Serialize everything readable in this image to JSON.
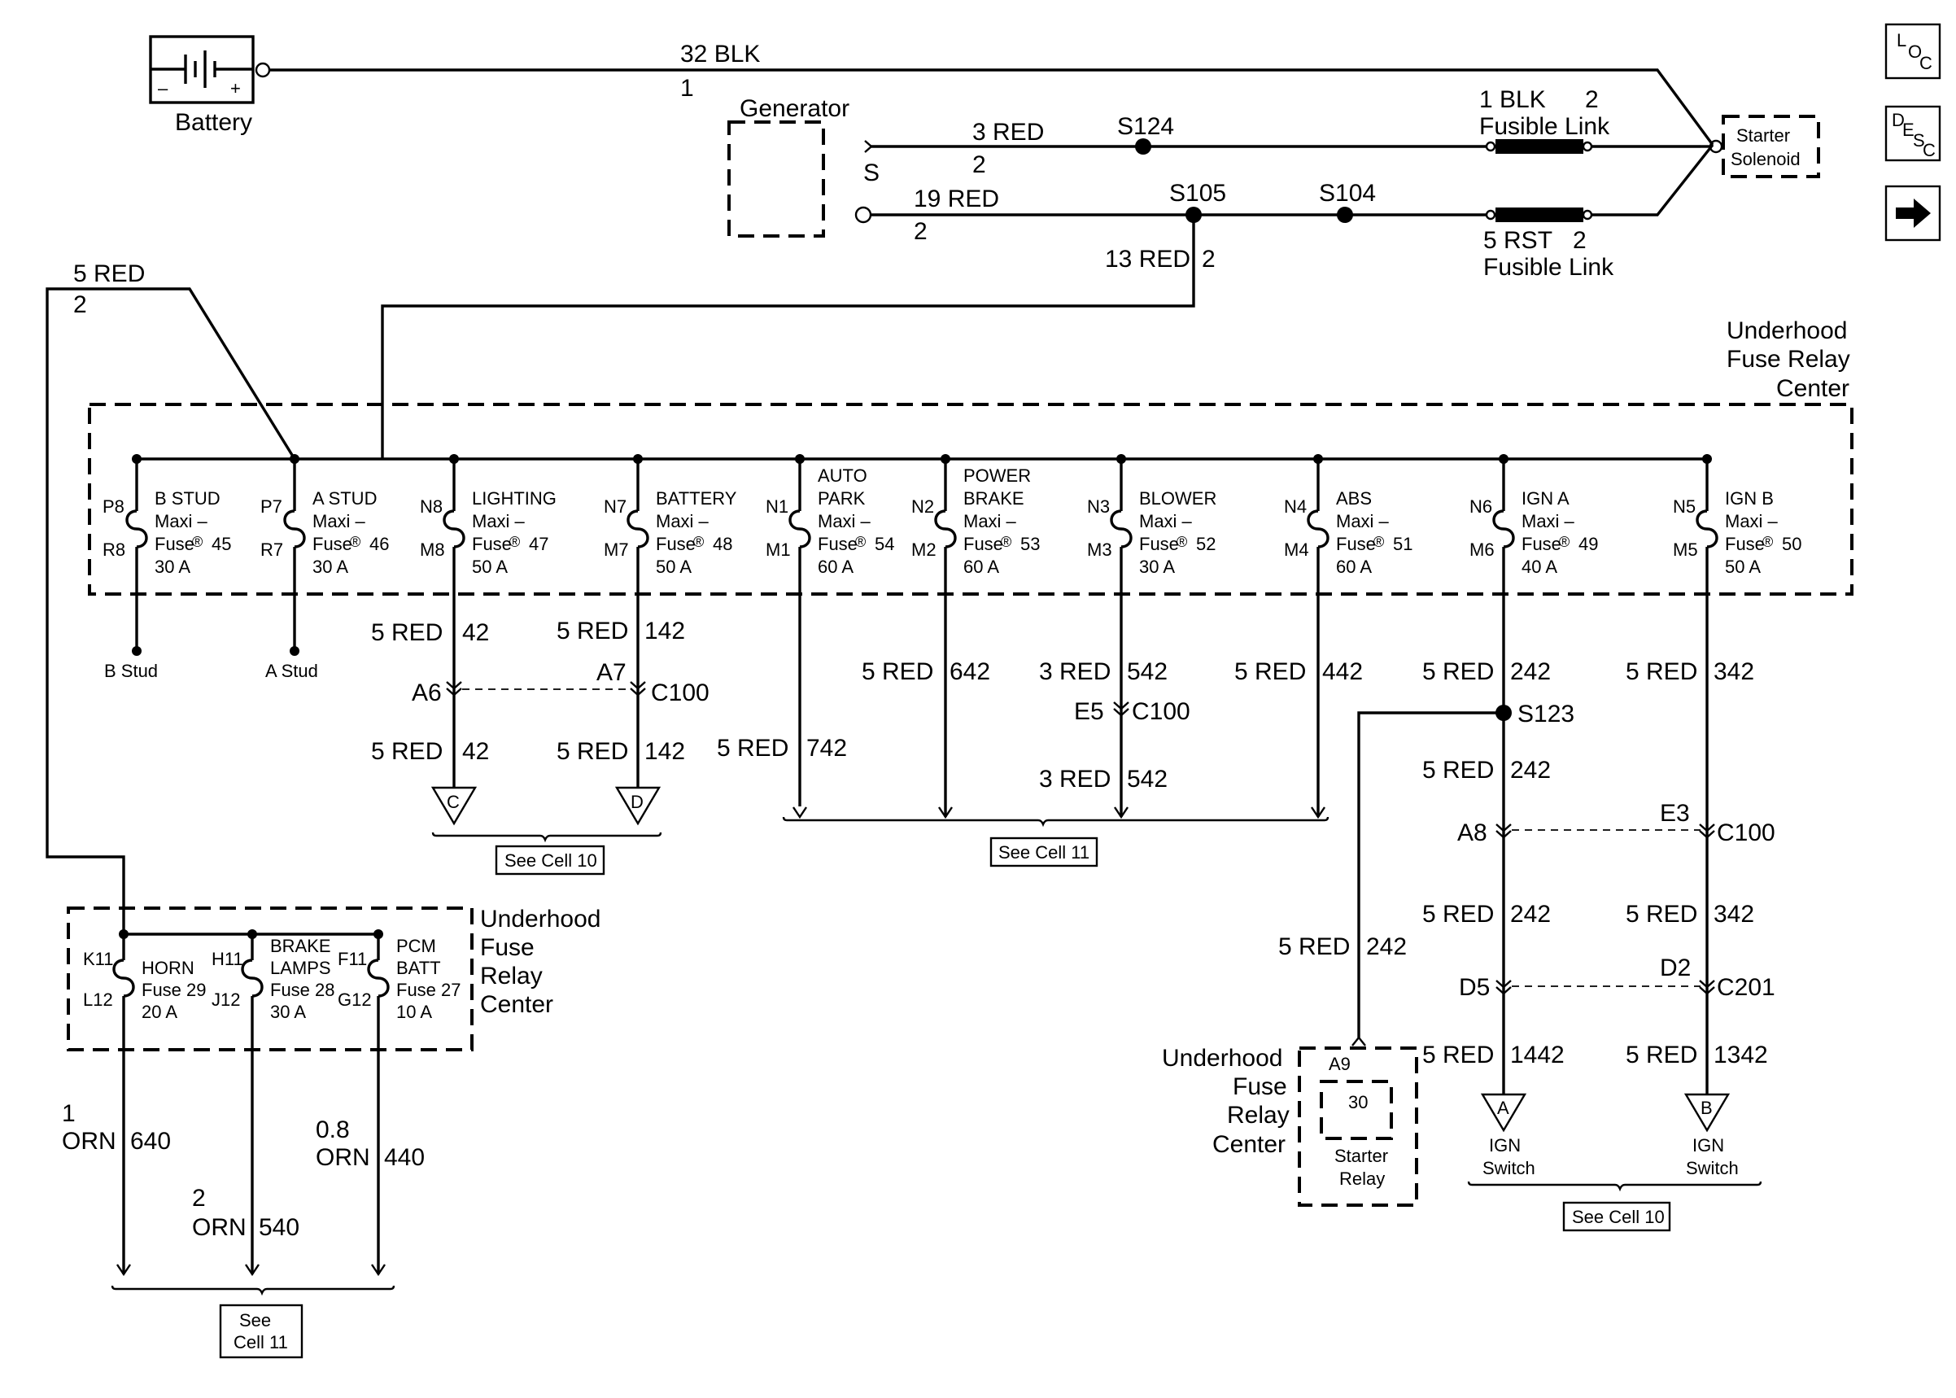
{
  "battery": {
    "label": "Battery",
    "minus": "–",
    "plus": "+"
  },
  "wire_battery": {
    "color": "32 BLK",
    "circuit": "1"
  },
  "generator": {
    "label": "Generator",
    "pin_s": "S"
  },
  "wire_gen_s": {
    "color": "3 RED",
    "circuit": "2"
  },
  "wire_gen_b": {
    "color": "19 RED",
    "circuit": "2"
  },
  "splices": {
    "s124": "S124",
    "s105": "S105",
    "s104": "S104",
    "s123": "S123"
  },
  "fusible_link_1": {
    "color": "1 BLK",
    "circuit": "2",
    "name": "Fusible Link"
  },
  "fusible_link_2": {
    "color": "5 RST",
    "circuit": "2",
    "name": "Fusible Link"
  },
  "starter_solenoid": {
    "line1": "Starter",
    "line2": "Solenoid"
  },
  "wire_13red": {
    "color": "13 RED",
    "circuit": "2"
  },
  "wire_5red_left": {
    "color": "5 RED",
    "circuit": "2"
  },
  "ufrc_main": {
    "line1": "Underhood",
    "line2": "Fuse Relay",
    "line3": "Center"
  },
  "maxi_fuses": [
    {
      "pin_top": "P8",
      "pin_bot": "R8",
      "l1": "B STUD",
      "l2": "Maxi –",
      "l3": "Fuse",
      "num": "45",
      "amp": "30 A"
    },
    {
      "pin_top": "P7",
      "pin_bot": "R7",
      "l1": "A STUD",
      "l2": "Maxi –",
      "l3": "Fuse",
      "num": "46",
      "amp": "30 A"
    },
    {
      "pin_top": "N8",
      "pin_bot": "M8",
      "l1": "LIGHTING",
      "l2": "Maxi –",
      "l3": "Fuse",
      "num": "47",
      "amp": "50 A"
    },
    {
      "pin_top": "N7",
      "pin_bot": "M7",
      "l1": "BATTERY",
      "l2": "Maxi –",
      "l3": "Fuse",
      "num": "48",
      "amp": "50 A"
    },
    {
      "pin_top": "N1",
      "pin_bot": "M1",
      "l0": "AUTO",
      "l1": "PARK",
      "l2": "Maxi –",
      "l3": "Fuse",
      "num": "54",
      "amp": "60 A"
    },
    {
      "pin_top": "N2",
      "pin_bot": "M2",
      "l0": "POWER",
      "l1": "BRAKE",
      "l2": "Maxi –",
      "l3": "Fuse",
      "num": "53",
      "amp": "60 A"
    },
    {
      "pin_top": "N3",
      "pin_bot": "M3",
      "l1": "BLOWER",
      "l2": "Maxi –",
      "l3": "Fuse",
      "num": "52",
      "amp": "30 A"
    },
    {
      "pin_top": "N4",
      "pin_bot": "M4",
      "l1": "ABS",
      "l2": "Maxi –",
      "l3": "Fuse",
      "num": "51",
      "amp": "60 A"
    },
    {
      "pin_top": "N6",
      "pin_bot": "M6",
      "l1": "IGN A",
      "l2": "Maxi –",
      "l3": "Fuse",
      "num": "49",
      "amp": "40 A"
    },
    {
      "pin_top": "N5",
      "pin_bot": "M5",
      "l1": "IGN B",
      "l2": "Maxi –",
      "l3": "Fuse",
      "num": "50",
      "amp": "50 A"
    }
  ],
  "reg": "®",
  "studs": {
    "b": "B Stud",
    "a": "A Stud"
  },
  "wires_mid": {
    "w42a": "5 RED",
    "c42a": "42",
    "w142a": "5 RED",
    "c142a": "142",
    "w42b": "5 RED",
    "c42b": "42",
    "w142b": "5 RED",
    "c142b": "142",
    "w742": "5 RED",
    "c742": "742",
    "w642": "5 RED",
    "c642": "642",
    "w542a": "3 RED",
    "c542a": "542",
    "w542b": "3 RED",
    "c542b": "542",
    "w442": "5 RED",
    "c442": "442",
    "w242a": "5 RED",
    "c242a": "242",
    "w342a": "5 RED",
    "c342a": "342",
    "w242b": "5 RED",
    "c242b": "242",
    "w242c": "5 RED",
    "c242c": "242",
    "w342b": "5 RED",
    "c342b": "342",
    "w242d": "5 RED",
    "c242d": "242",
    "w1442": "5 RED",
    "c1442": "1442",
    "w1342": "5 RED",
    "c1342": "1342"
  },
  "connectors": {
    "a6": "A6",
    "a7": "A7",
    "c100_1": "C100",
    "e5": "E5",
    "c100_2": "C100",
    "a8": "A8",
    "e3": "E3",
    "c100_3": "C100",
    "d5": "D5",
    "d2": "D2",
    "c201": "C201",
    "a9": "A9"
  },
  "refs": {
    "c": "C",
    "d": "D",
    "a": "A",
    "b": "B"
  },
  "see_cell": {
    "cell10_left": "See Cell 10",
    "cell11_mid": "See Cell 11",
    "cell10_right": "See Cell 10",
    "cell11_bot_1": "See",
    "cell11_bot_2": "Cell 11"
  },
  "ufrc_lower": {
    "line1": "Underhood",
    "line2": "Fuse",
    "line3": "Relay",
    "line4": "Center"
  },
  "mini_fuses": [
    {
      "pin_top": "K11",
      "pin_bot": "L12",
      "l1": "HORN",
      "l2": "Fuse 29",
      "l3": "20 A"
    },
    {
      "pin_top": "H11",
      "pin_bot": "J12",
      "l0": "BRAKE",
      "l1": "LAMPS",
      "l2": "Fuse 28",
      "l3": "30 A"
    },
    {
      "pin_top": "F11",
      "pin_bot": "G12",
      "l0": "PCM",
      "l1": "BATT",
      "l2": "Fuse 27",
      "l3": "10 A"
    }
  ],
  "wires_low": {
    "g640": "1",
    "c640": "ORN",
    "n640": "640",
    "g540": "2",
    "c540": "ORN",
    "n540": "540",
    "g440": "0.8",
    "c440": "ORN",
    "n440": "440"
  },
  "ufrc_relay": {
    "line1": "Underhood",
    "line2": "Fuse",
    "line3": "Relay",
    "line4": "Center",
    "pin": "30",
    "relay1": "Starter",
    "relay2": "Relay"
  },
  "ign": {
    "a1": "IGN",
    "a2": "Switch",
    "b1": "IGN",
    "b2": "Switch"
  },
  "nav": {
    "loc_l": "L",
    "loc_o": "O",
    "loc_c": "C",
    "desc_d": "D",
    "desc_e": "E",
    "desc_s": "S",
    "desc_c": "C",
    "arrow": "➡"
  }
}
